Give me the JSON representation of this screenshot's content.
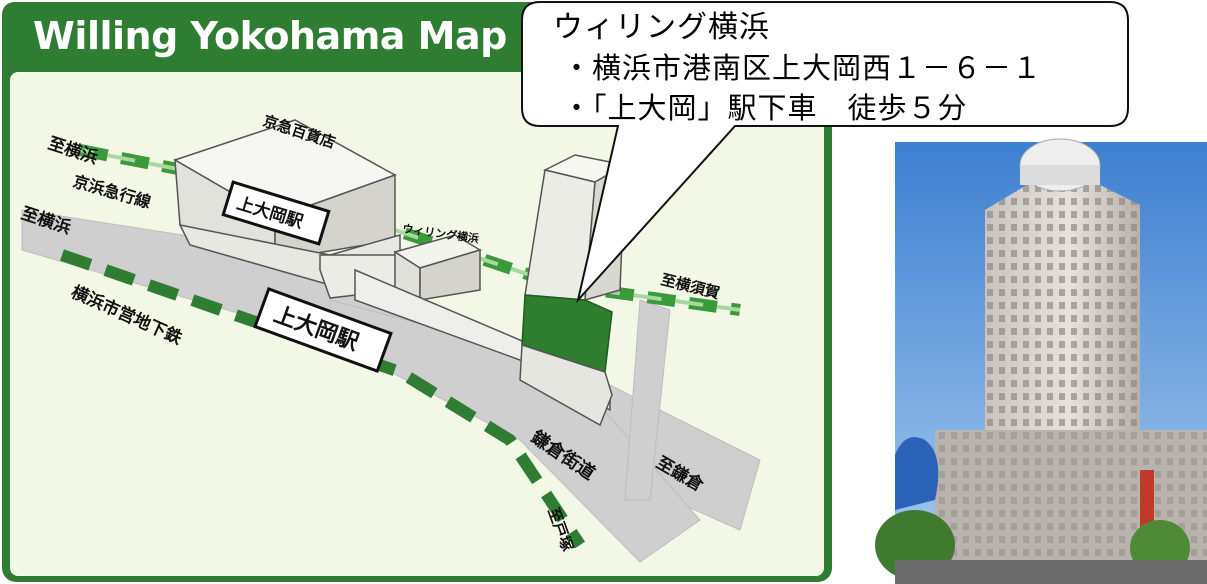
{
  "map": {
    "title": "Willing Yokohama Map",
    "colors": {
      "frame_green": "#2e7d32",
      "map_bg": "#f3f8e6",
      "road_gray": "#cfcfcf",
      "rail_green": "#3a9a3a",
      "rail_light": "#a9d7a0",
      "target_building": "#2f7d2f",
      "building": "#ecece6"
    },
    "labels": {
      "to_yokohama_top": "至横浜",
      "keikyu_line": "京浜急行線",
      "to_yokohama_mid": "至横浜",
      "subway_line": "横浜市営地下鉄",
      "keikyu_dept": "京急百貨店",
      "station_upper": "上大岡駅",
      "station_lower": "上大岡駅",
      "willing_small": "ウィリング横浜",
      "to_yokosuka": "至横須賀",
      "kamakura_road": "鎌倉街道",
      "to_kamakura": "至鎌倉",
      "to_totsuka": "至戸塚"
    }
  },
  "callout": {
    "title": "ウィリング横浜",
    "lines": [
      "・横浜市港南区上大岡西１－６－１",
      "・「上大岡」駅下車　徒歩５分"
    ]
  },
  "photo": {
    "icon": "building-photo"
  }
}
